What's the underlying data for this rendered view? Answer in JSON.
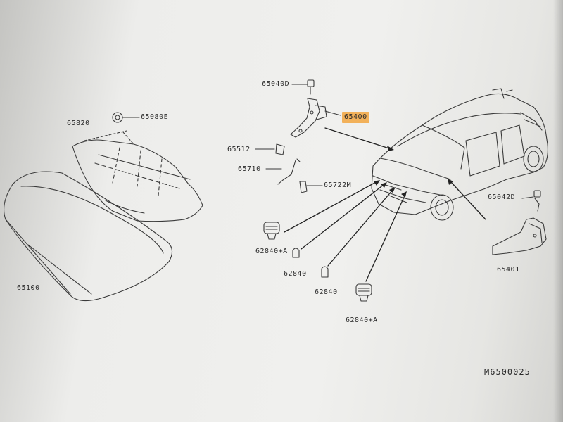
{
  "diagram": {
    "figure_id": "M6500025",
    "highlight_color": "#f2b15a",
    "line_color": "#3a3a3a",
    "labels": {
      "p65040D": "65040D",
      "p65400": "65400",
      "p65820": "65820",
      "p65080E": "65080E",
      "p65512": "65512",
      "p65710": "65710",
      "p65722M": "65722M",
      "p65042D": "65042D",
      "p65401": "65401",
      "p65100": "65100",
      "p62840A_left": "62840+A",
      "p62840_a": "62840",
      "p62840_b": "62840",
      "p62840A_bottom": "62840+A"
    }
  }
}
